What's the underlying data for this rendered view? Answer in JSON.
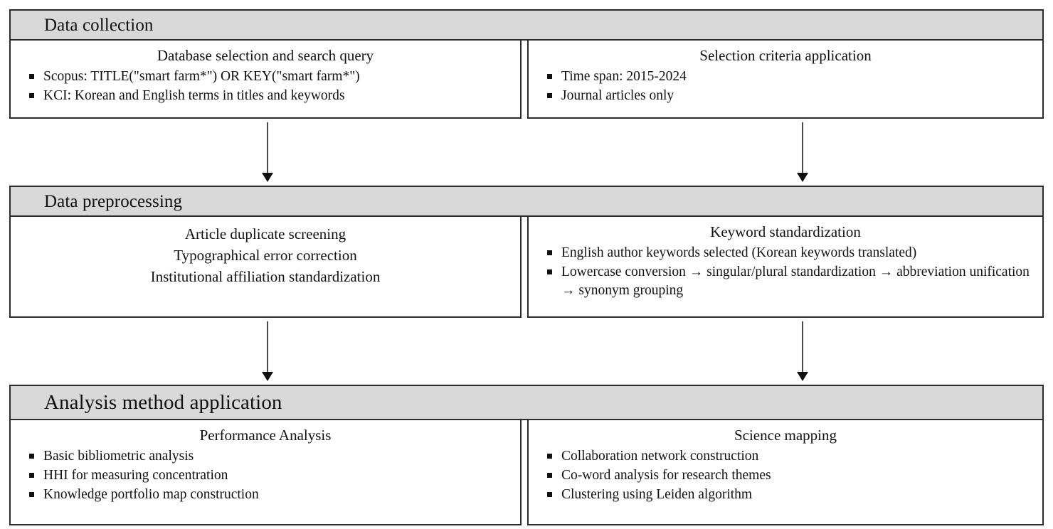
{
  "diagram": {
    "title": "Research methodology flowchart",
    "colors": {
      "header_fill": "#d9d9d9",
      "border": "#2b2b2b",
      "text": "#111111",
      "arrow": "#4a4a4a"
    },
    "stages": [
      {
        "header": "Data collection",
        "left": {
          "title": "Database selection and search query",
          "bullets": [
            "Scopus: TITLE(\"smart farm*\") OR KEY(\"smart farm*\")",
            "KCI: Korean and English terms in titles and keywords"
          ]
        },
        "right": {
          "title": "Selection criteria application",
          "bullets": [
            "Time span: 2015-2024",
            "Journal articles only"
          ]
        }
      },
      {
        "header": "Data preprocessing",
        "left": {
          "title": "",
          "lines": [
            "Article duplicate screening",
            "Typographical error correction",
            "Institutional affiliation standardization"
          ]
        },
        "right": {
          "title": "Keyword standardization",
          "bullets": [
            "English author keywords selected (Korean keywords translated)",
            "Lowercase conversion → singular/plural standardization → abbreviation unification → synonym grouping"
          ]
        }
      },
      {
        "header": "Analysis method application",
        "left": {
          "title": "Performance Analysis",
          "bullets": [
            "Basic bibliometric analysis",
            "HHI for measuring concentration",
            "Knowledge portfolio map construction"
          ]
        },
        "right": {
          "title": "Science mapping",
          "bullets": [
            "Collaboration network construction",
            "Co-word analysis for research themes",
            "Clustering using Leiden algorithm"
          ]
        }
      }
    ],
    "connectors": [
      {
        "name": "arrow-collection-to-preprocessing-left",
        "icon": "down-arrow-icon"
      },
      {
        "name": "arrow-collection-to-preprocessing-right",
        "icon": "down-arrow-icon"
      },
      {
        "name": "arrow-preprocessing-to-analysis-left",
        "icon": "down-arrow-icon"
      },
      {
        "name": "arrow-preprocessing-to-analysis-right",
        "icon": "down-arrow-icon"
      }
    ]
  }
}
